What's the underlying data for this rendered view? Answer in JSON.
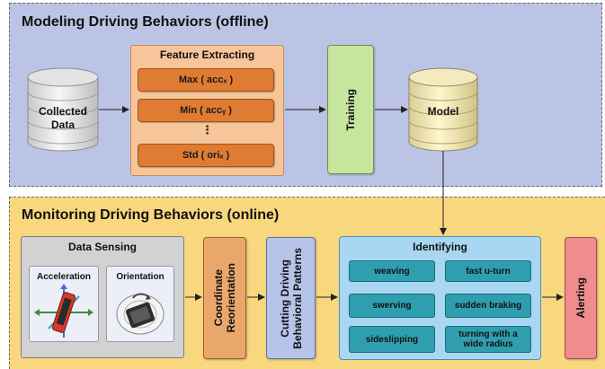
{
  "offline_section": {
    "title": "Modeling Driving Behaviors (offline)",
    "collected_data": "Collected\nData",
    "feature_extracting": {
      "title": "Feature Extracting",
      "items": [
        "Max ( accₓ )",
        "Min ( accᵧ )",
        "Std ( oriₓ )"
      ],
      "ellipsis": "⋮"
    },
    "training": "Training",
    "model": "Model"
  },
  "online_section": {
    "title": "Monitoring Driving Behaviors (online)",
    "data_sensing": {
      "title": "Data Sensing",
      "acceleration": "Acceleration",
      "orientation": "Orientation"
    },
    "coordinate_reorientation": "Coordinate\nReorientation",
    "cutting_patterns": "Cutting Driving\nBehavioral Patterns",
    "identifying": {
      "title": "Identifying",
      "items": [
        "weaving",
        "fast u-turn",
        "swerving",
        "sudden braking",
        "sideslipping",
        "turning with a\nwide radius"
      ]
    },
    "alerting": "Alerting"
  },
  "colors": {
    "offline_bg": "#bcc4e6",
    "online_bg": "#f8d77e",
    "feature_item": "#e07b33",
    "training": "#c6e59d",
    "identify_item": "#2f9fb0",
    "alerting": "#f08c8e"
  }
}
